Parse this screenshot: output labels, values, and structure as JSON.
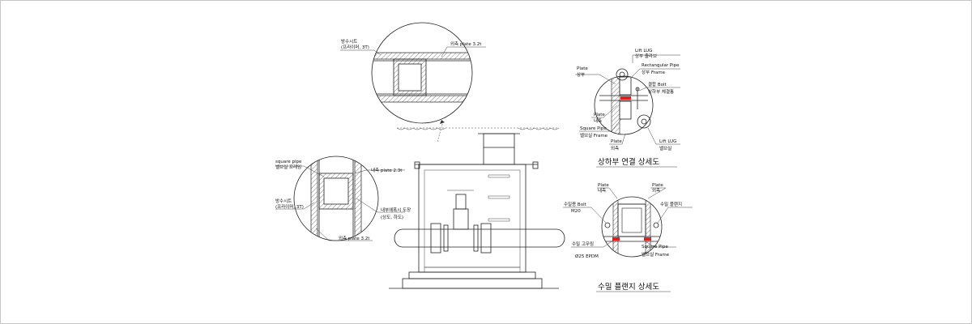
{
  "colors": {
    "line": "#222222",
    "sealant": "#e02020",
    "border": "#c8c8c8"
  },
  "top_detail": {
    "label_waterproof_sheet": "방수시트",
    "label_waterproof_sheet_sub": "(프라이머, 3T)",
    "label_outer_plate": "외측 plate 3.2t"
  },
  "left_detail": {
    "label_square_pipe": "square pipe",
    "label_square_pipe_sub": "벨브실 프레임",
    "label_waterproof_sheet": "방수시트",
    "label_waterproof_sheet_sub": "(프라이머, 3T)",
    "label_inner_plate": "내측 plate 2.3t",
    "label_inner_coating": "내부에폭시 도장",
    "label_inner_coating_sub": "(상도, 하도)",
    "label_outer_plate": "외측 plate 3.2t"
  },
  "upper_right_detail": {
    "label_lift_lug_top": "Lift LUG",
    "label_lift_lug_top_sub": "상부 줄라브",
    "label_plate_top": "Plate",
    "label_plate_top_sub": "상부",
    "label_rect_pipe": "Rectangular Pipe",
    "label_rect_pipe_sub": "상부 Frame",
    "label_bolt": "결합 Bolt",
    "label_bolt_sub": "상하부 체결통",
    "label_plate_inner": "Plate",
    "label_plate_inner_sub": "내측",
    "label_square_pipe": "Square Pipe",
    "label_square_pipe_sub": "벨브실 Frame",
    "label_plate_outer": "Plate",
    "label_plate_outer_sub": "외측",
    "label_lift_lug_bottom": "Lift LUG",
    "label_lift_lug_bottom_sub": "벨브실",
    "caption": "상하부 연결 상세도"
  },
  "lower_right_detail": {
    "label_plate_inner": "Plate",
    "label_plate_inner_sub": "내측",
    "label_plate_outer": "Plate",
    "label_plate_outer_sub": "외측",
    "label_bolt": "수밀용 Bolt",
    "label_bolt_sub": "M20",
    "label_flange": "수밀 플랜지",
    "label_gasket": "수밀 고무링",
    "label_gasket_sub": "Ø25 EPDM",
    "label_square_pipe": "Square Pipe",
    "label_square_pipe_sub": "벨브실 Frame",
    "caption": "수밀 플랜지 상세도"
  }
}
